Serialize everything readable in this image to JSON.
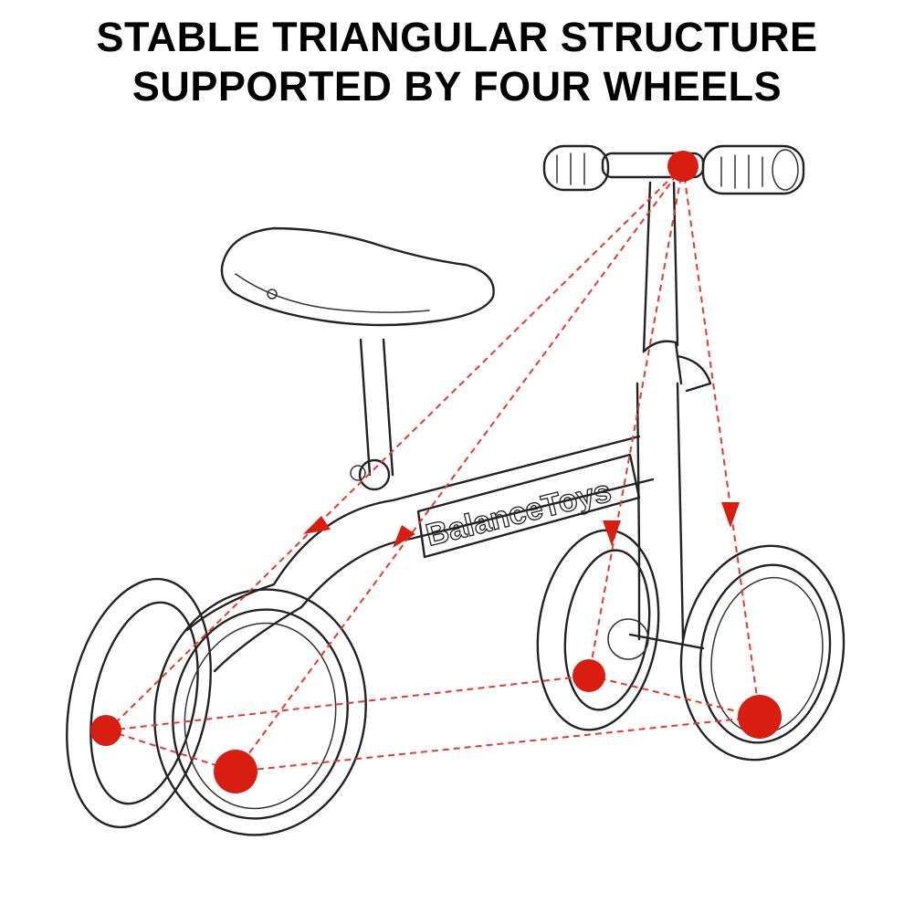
{
  "headline": {
    "line1": "STABLE TRIANGULAR STRUCTURE",
    "line2": "SUPPORTED BY FOUR WHEELS"
  },
  "frame_logo": {
    "text_part1": "BalanceToys"
  },
  "colors": {
    "accent_red": "#d81e10",
    "guide_red": "#e8382a",
    "ink": "#222222",
    "background": "#ffffff"
  }
}
